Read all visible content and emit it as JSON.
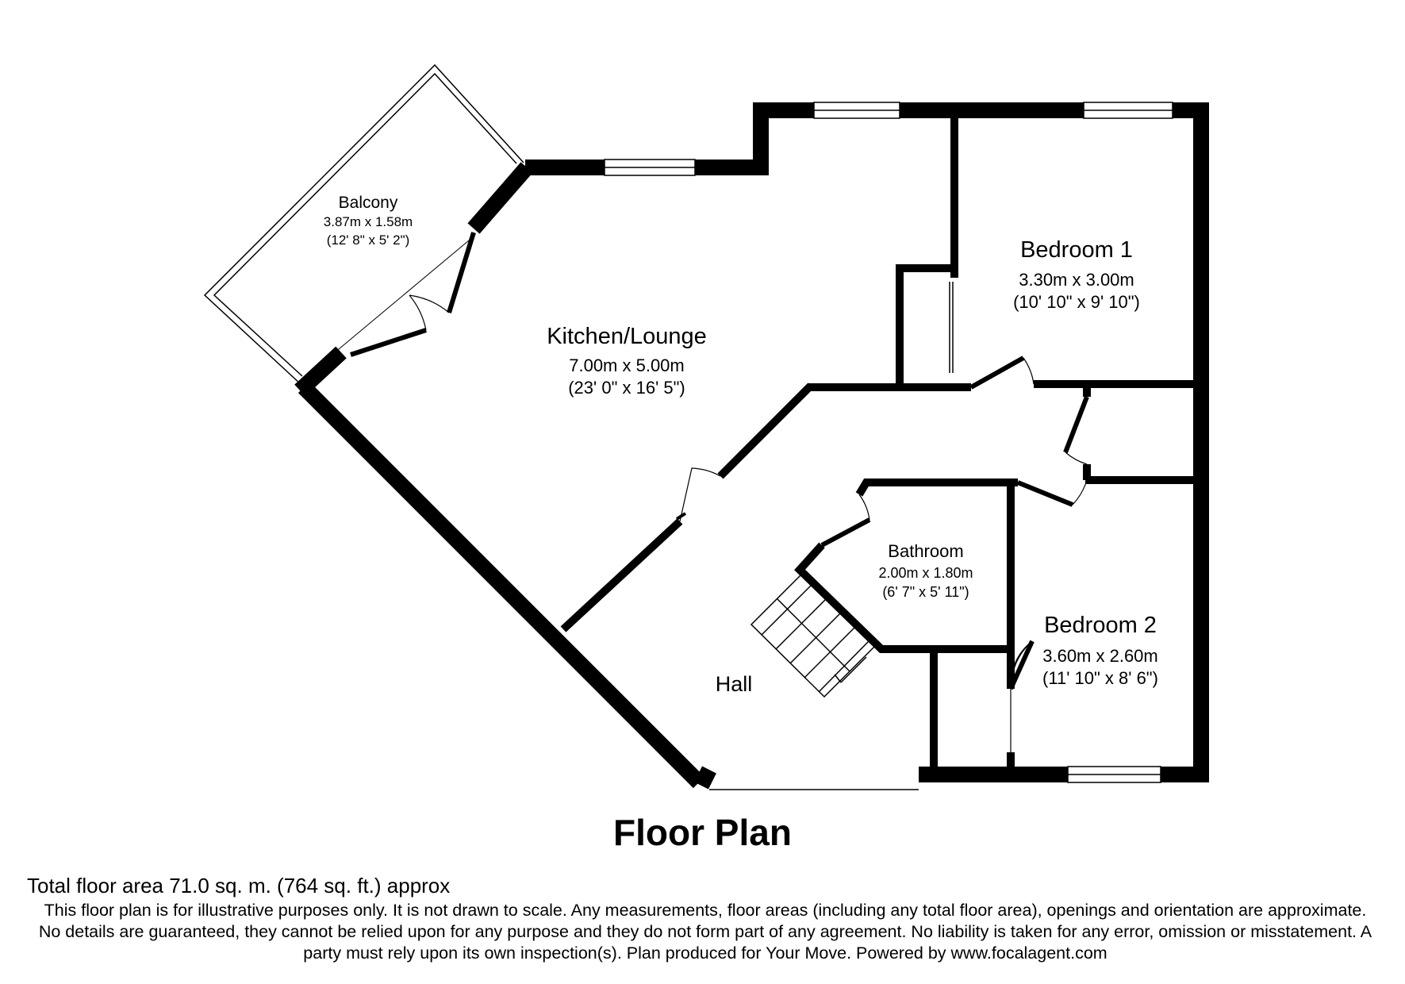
{
  "rooms": {
    "balcony": {
      "name": "Balcony",
      "metric": "3.87m x 1.58m",
      "imperial": "(12' 8\" x 5' 2\")"
    },
    "kitchen": {
      "name": "Kitchen/Lounge",
      "metric": "7.00m x 5.00m",
      "imperial": "(23' 0\" x 16' 5\")"
    },
    "bedroom1": {
      "name": "Bedroom 1",
      "metric": "3.30m x 3.00m",
      "imperial": "(10' 10\" x 9' 10\")"
    },
    "bathroom": {
      "name": "Bathroom",
      "metric": "2.00m x 1.80m",
      "imperial": "(6' 7\" x 5' 11\")"
    },
    "bedroom2": {
      "name": "Bedroom 2",
      "metric": "3.60m x 2.60m",
      "imperial": "(11' 10\" x 8' 6\")"
    },
    "hall": {
      "name": "Hall"
    }
  },
  "title": "Floor Plan",
  "total_area": "Total floor area 71.0 sq. m. (764 sq. ft.) approx",
  "disclaimer": "This floor plan is for illustrative purposes only. It is not drawn to scale. Any measurements, floor areas (including any total floor area), openings and orientation are approximate. No details are guaranteed, they cannot be relied upon for any purpose and they do not form part of any agreement. No liability is taken for any error, omission or misstatement. A party must rely upon its own inspection(s). Plan produced for Your Move. Powered by www.focalagent.com"
}
